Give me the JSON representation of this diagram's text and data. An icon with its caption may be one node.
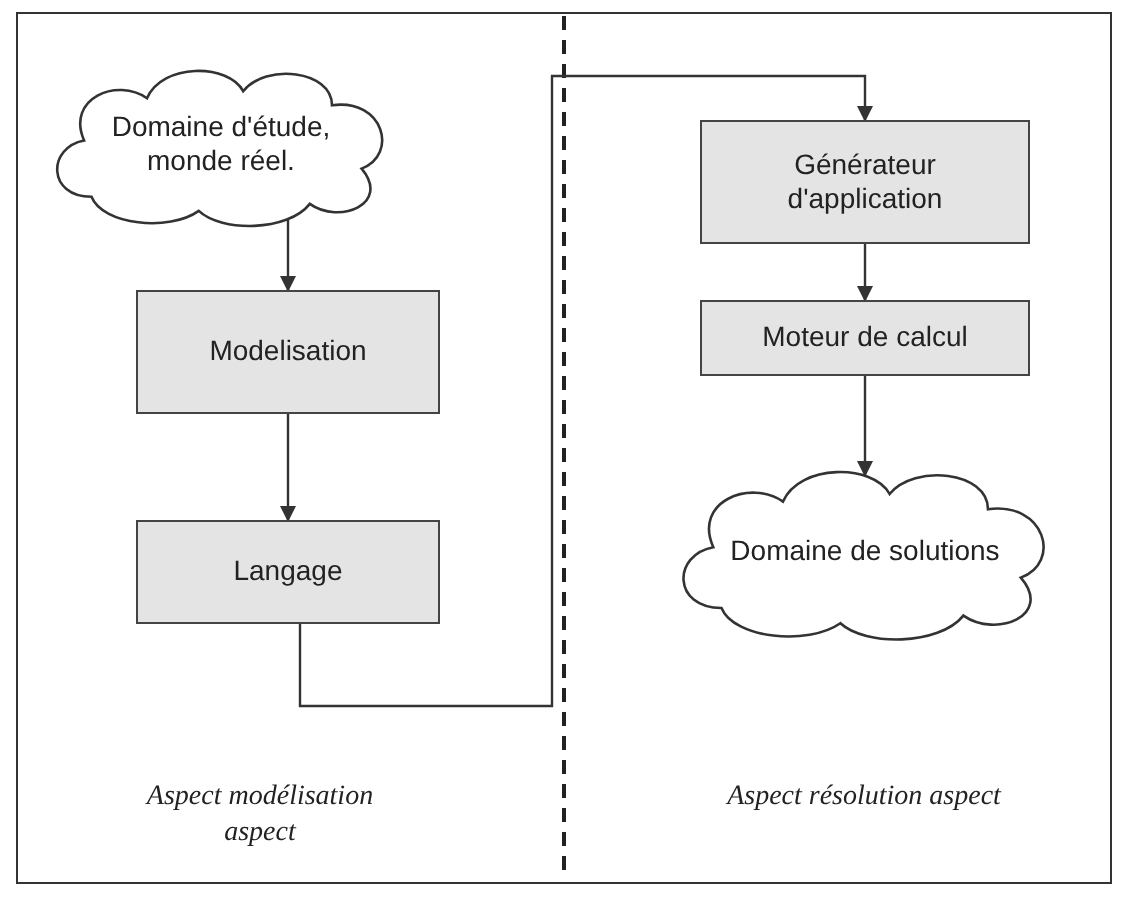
{
  "diagram": {
    "nodes": [
      {
        "text": [
          "Domaine d'étude, monde réel."
        ]
      },
      {
        "text": [
          "Modelisation"
        ]
      },
      {
        "text": [
          "Langage"
        ]
      },
      {
        "text": [
          "Générateur d'application"
        ]
      },
      {
        "text": [
          "Moteur de calcul"
        ]
      },
      {
        "text": [
          "Domaine de solutions"
        ]
      }
    ],
    "edges": [
      {
        "from": 0,
        "to": 1,
        "arrow": "to"
      },
      {
        "from": 1,
        "to": 2,
        "arrow": "to"
      },
      {
        "from": 2,
        "to": 3,
        "arrow": "to"
      },
      {
        "from": 3,
        "to": 4,
        "arrow": "to"
      },
      {
        "from": 4,
        "to": 5,
        "arrow": "to"
      }
    ],
    "labels": [
      "Aspect modélisation aspect",
      "Aspect résolution aspect"
    ]
  }
}
